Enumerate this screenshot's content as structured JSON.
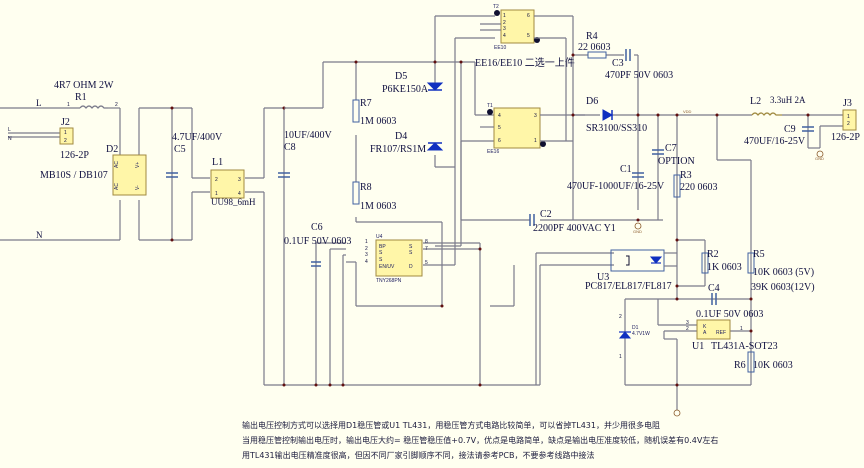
{
  "title": "Flyback power supply schematic",
  "colors": {
    "background": "#fffff0",
    "wire": "#7a7a8a",
    "component_fill": "#fff6a8",
    "text": "#101040",
    "diode": "#1030c0"
  },
  "nets": {
    "line": "L",
    "neutral": "N",
    "vdd": "VDD",
    "gnd": "GND"
  },
  "components": {
    "r1": {
      "ref": "R1",
      "value": "4R7 OHM 2W"
    },
    "j2": {
      "ref": "J2",
      "value": "126-2P",
      "pins": [
        "L",
        "N"
      ]
    },
    "d2": {
      "ref": "D2",
      "value": "MB10S / DB107",
      "pins": [
        "AC",
        "AC",
        "V+",
        "V-"
      ]
    },
    "c5": {
      "ref": "C5",
      "value": "4.7UF/400V"
    },
    "l1": {
      "ref": "L1",
      "value": "UU98_6mH"
    },
    "c8": {
      "ref": "C8",
      "value": "10UF/400V"
    },
    "r7": {
      "ref": "R7",
      "value": "1M 0603"
    },
    "r8": {
      "ref": "R8",
      "value": "1M 0603"
    },
    "d5": {
      "ref": "D5",
      "value": "P6KE150A"
    },
    "d4": {
      "ref": "D4",
      "value": "FR107/RS1M"
    },
    "c6": {
      "ref": "C6",
      "value": "0.1UF 50V 0603"
    },
    "u4": {
      "ref": "U4",
      "value": "TNY268PN",
      "pins_left": [
        "BP",
        "S",
        "S",
        "EN/UV"
      ],
      "pins_right": [
        "S",
        "S",
        "D"
      ]
    },
    "t2": {
      "ref": "T2",
      "value": "EE10"
    },
    "t1": {
      "ref": "T1",
      "value": "EE16"
    },
    "transformer_note": "EE16/EE10 二选一上件",
    "r4": {
      "ref": "R4",
      "value": "22 0603"
    },
    "c3": {
      "ref": "C3",
      "value": "470PF 50V 0603"
    },
    "d6": {
      "ref": "D6",
      "value": "SR3100/SS310"
    },
    "c1": {
      "ref": "C1",
      "value": "470UF-1000UF/16-25V"
    },
    "c7": {
      "ref": "C7",
      "value": "OPTION"
    },
    "r3": {
      "ref": "R3",
      "value": "220 0603"
    },
    "c2": {
      "ref": "C2",
      "value": "2200PF 400VAC Y1"
    },
    "l2": {
      "ref": "L2",
      "value": "3.3uH 2A"
    },
    "c9": {
      "ref": "C9",
      "value": "470UF/16-25V"
    },
    "j3": {
      "ref": "J3",
      "value": "126-2P"
    },
    "u3": {
      "ref": "U3",
      "value": "PC817/EL817/FL817"
    },
    "r2": {
      "ref": "R2",
      "value": "1K 0603"
    },
    "r5": {
      "ref": "R5",
      "value": "10K 0603 (5V)",
      "value_alt": "39K 0603(12V)"
    },
    "c4": {
      "ref": "C4",
      "value": "0.1UF 50V 0603"
    },
    "u1": {
      "ref": "U1",
      "value": "TL431A-SOT23",
      "pins": [
        "K",
        "A",
        "REF"
      ]
    },
    "d1": {
      "ref": "D1",
      "value": "4.7V1W"
    },
    "r6": {
      "ref": "R6",
      "value": "10K 0603"
    }
  },
  "notes": [
    "输出电压控制方式可以选择用D1稳压管或U1 TL431，用稳压管方式电路比较简单，可以省掉TL431，并少用很多电阻",
    "当用稳压管控制输出电压时，输出电压大约= 稳压管稳压值+0.7V，优点是电路简单，缺点是输出电压准度较低，随机误差有0.4V左右",
    "用TL431输出电压精准度很高，但因不同厂家引脚顺序不同，接法请参考PCB，不要参考线路中接法"
  ]
}
